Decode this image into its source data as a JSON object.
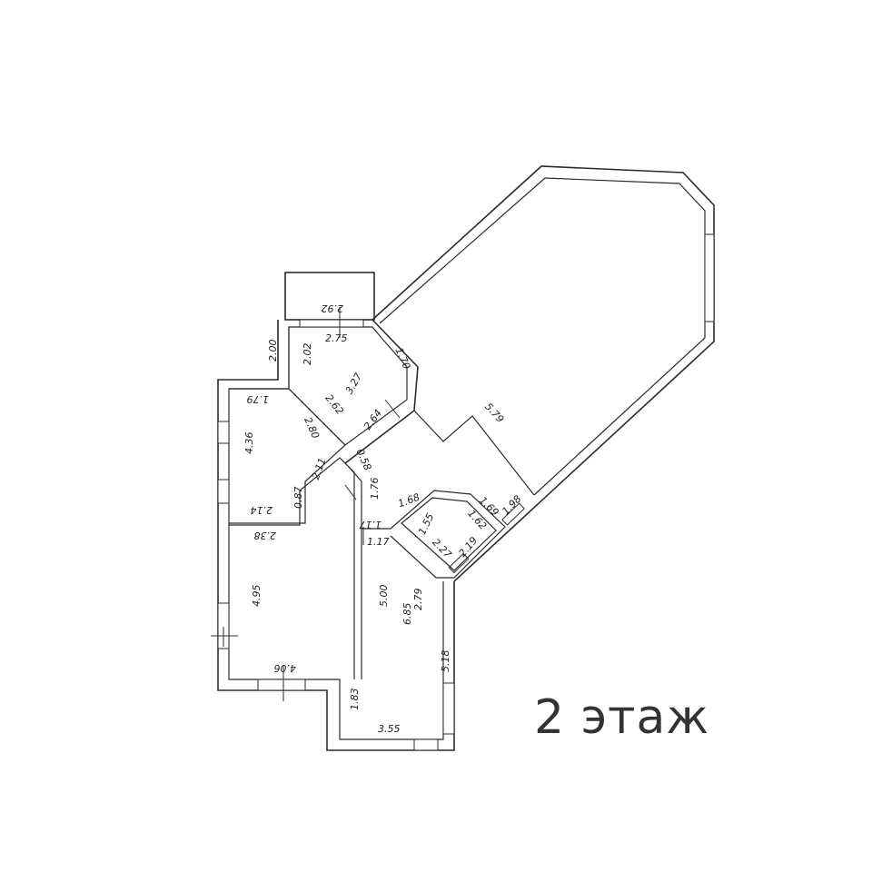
{
  "floor_label": "2 этаж",
  "dimensions": {
    "d292": "2.92",
    "d275": "2.75",
    "d200": "2.00",
    "d202": "2.02",
    "d327": "3.27",
    "d170": "1.70",
    "d179a": "1.79",
    "d262": "2.62",
    "d264": "2.64",
    "d280": "2.80",
    "d436": "4.36",
    "d211": "2.11",
    "d058": "0.58",
    "d087": "0.87",
    "d214": "2.14",
    "d176": "1.76",
    "d238": "2.38",
    "d579": "5.79",
    "d168": "1.68",
    "d155": "1.55",
    "d162": "1.62",
    "d169": "1.69",
    "d198": "1.98",
    "d117a": "1.17",
    "d117b": "1.17",
    "d227": "2.27",
    "d219": "2.19",
    "d495": "4.95",
    "d500": "5.00",
    "d685": "6.85",
    "d279": "2.79",
    "d406": "4.06",
    "d518": "5.18",
    "d183": "1.83",
    "d355": "3.55"
  }
}
